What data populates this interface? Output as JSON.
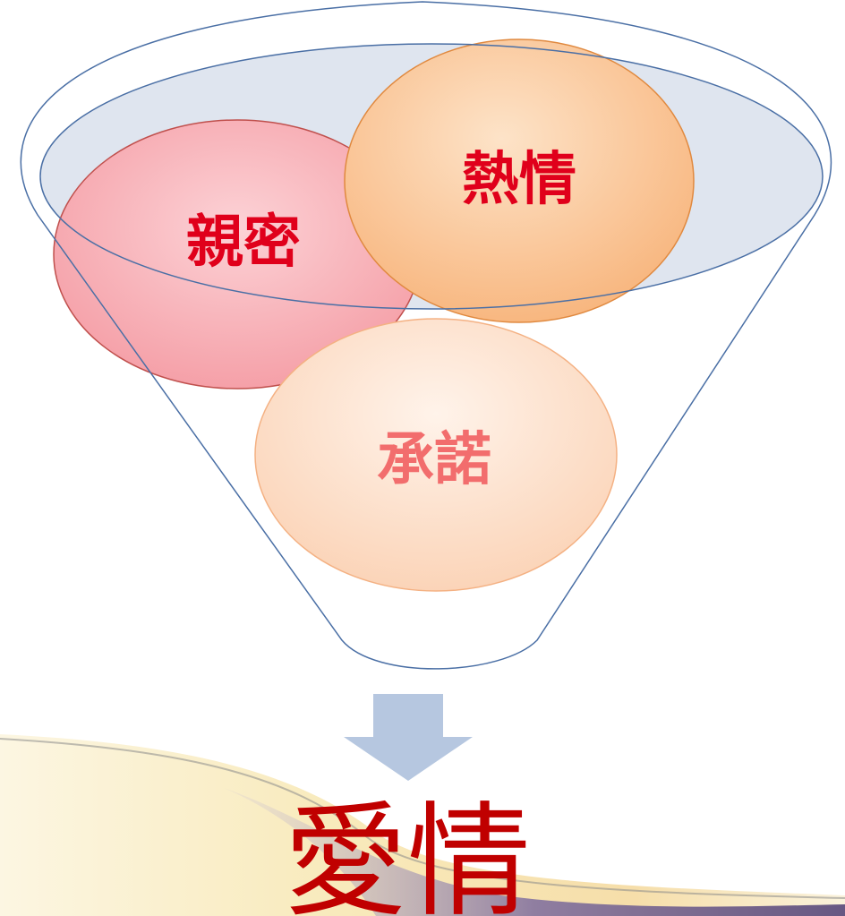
{
  "diagram": {
    "circles": [
      {
        "id": "intimacy",
        "label": "親密",
        "text_color": "#e0001b"
      },
      {
        "id": "passion",
        "label": "熱情",
        "text_color": "#e0001b"
      },
      {
        "id": "commitment",
        "label": "承諾",
        "text_color": "#f26d6d"
      }
    ],
    "result": {
      "label": "愛情",
      "text_color": "#c00000"
    },
    "colors": {
      "funnel_stroke": "#4a6fa5",
      "funnel_top_fill": "#dfe5ef",
      "arrow": "#b6c7e0",
      "intimacy_fill": "#f9b1b7",
      "passion_fill": "#fbc390",
      "commitment_fill": "#fde1ce"
    }
  }
}
